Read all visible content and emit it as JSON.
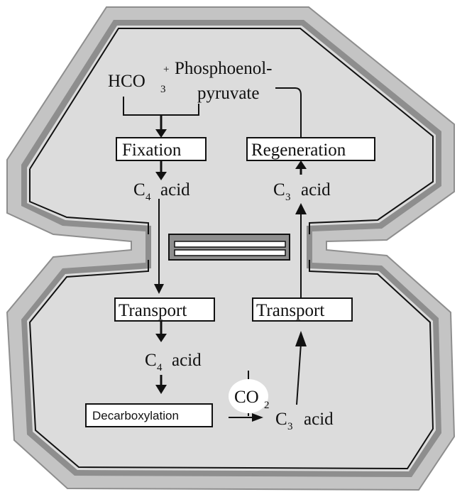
{
  "colors": {
    "outer_wall": "#c4c4c4",
    "wall_band": "#8e8e8e",
    "cytoplasm": "#dcdcdc",
    "ink": "#111111",
    "box_fill": "#ffffff"
  },
  "labels": {
    "hco3": "HCO",
    "hco3_sub": "3",
    "plus": "+",
    "pep_line1": "Phosphoenol-",
    "pep_line2": "pyruvate",
    "fixation": "Fixation",
    "regeneration": "Regeneration",
    "c4_acid_top": "C",
    "c4_acid_top_sub": "4",
    "c4_acid_top_text": "acid",
    "c3_acid_top": "C",
    "c3_acid_top_sub": "3",
    "c3_acid_top_text": "acid",
    "transport_left": "Transport",
    "transport_right": "Transport",
    "c4_acid_bottom": "C",
    "c4_acid_bottom_sub": "4",
    "c4_acid_bottom_text": "acid",
    "co2": "CO",
    "co2_sub": "2",
    "decarboxylation": "Decarboxylation",
    "c3_acid_bottom": "C",
    "c3_acid_bottom_sub": "3",
    "c3_acid_bottom_text": "acid"
  }
}
